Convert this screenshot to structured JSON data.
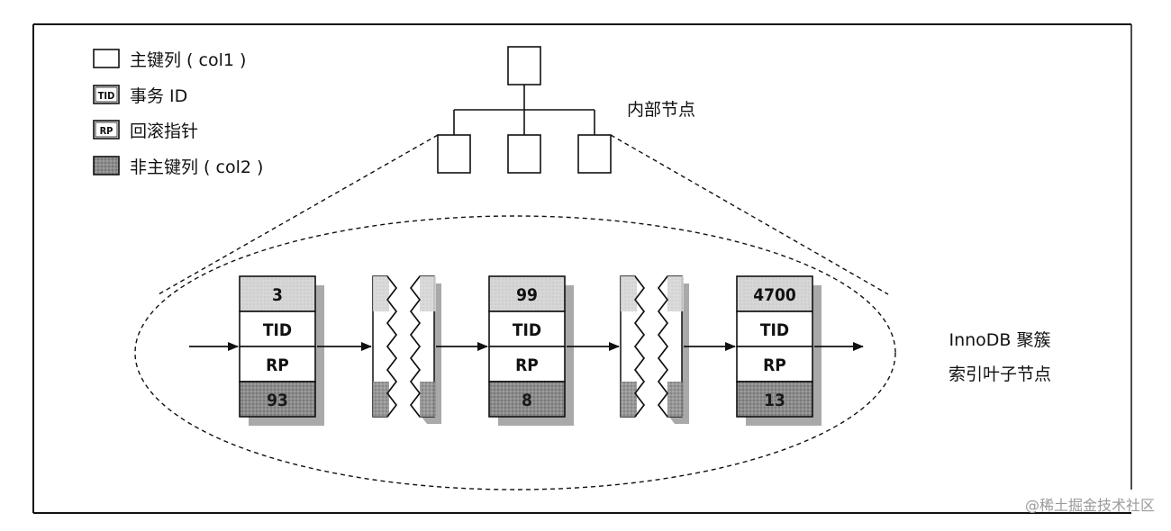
{
  "legend": {
    "primary_key": "主键列 ( col1 )",
    "tid_icon": "TID",
    "tid": "事务 ID",
    "rp_icon": "RP",
    "rp": "回滚指针",
    "non_key": "非主键列 ( col2 )"
  },
  "internal_node_label": "内部节点",
  "leaf_label": {
    "line1": "InnoDB 聚簇",
    "line2": "索引叶子节点"
  },
  "leaves": [
    {
      "key": "3",
      "tid": "TID",
      "rp": "RP",
      "col2": "93"
    },
    {
      "key": "99",
      "tid": "TID",
      "rp": "RP",
      "col2": "8"
    },
    {
      "key": "4700",
      "tid": "TID",
      "rp": "RP",
      "col2": "13"
    }
  ],
  "watermark": "@稀土掘金技术社区",
  "colors": {
    "key_fill": "#d4d4d4",
    "col2_fill": "#8a8a8a",
    "shadow": "#a9a9a9",
    "stroke": "#111111"
  }
}
